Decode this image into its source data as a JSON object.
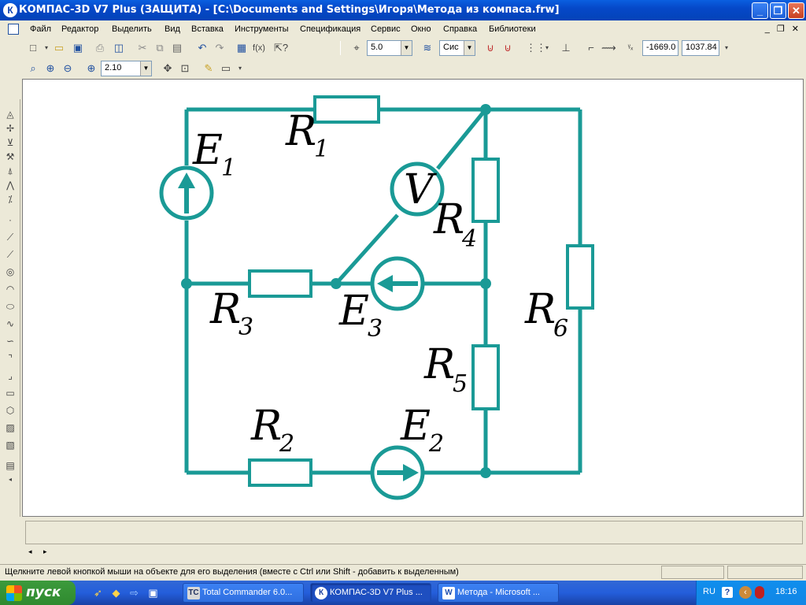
{
  "window": {
    "title": "КОМПАС-3D V7 Plus (ЗАЩИТА) - [C:\\Documents and Settings\\Игоря\\Метода из компаса.frw]",
    "app_icon": "К",
    "minimize": "_",
    "maximize": "❐",
    "close": "✕"
  },
  "menu": {
    "items": [
      "Файл",
      "Редактор",
      "Выделить",
      "Вид",
      "Вставка",
      "Инструменты",
      "Спецификация",
      "Сервис",
      "Окно",
      "Справка",
      "Библиотеки"
    ],
    "mdi_controls": "_ ❐ ✕"
  },
  "toolbar1": {
    "fx_label": "f(x)",
    "step_value": "5.0",
    "style_value": "Сис",
    "coord_x": "-1669.0",
    "coord_y": "1037.84"
  },
  "toolbar2": {
    "zoom_value": "2.10"
  },
  "diagram": {
    "wire_color": "#1a9a96",
    "labels": {
      "E1": {
        "main": "E",
        "sub": "1"
      },
      "R1": {
        "main": "R",
        "sub": "1"
      },
      "V": {
        "main": "V"
      },
      "R4": {
        "main": "R",
        "sub": "4"
      },
      "R3": {
        "main": "R",
        "sub": "3"
      },
      "E3": {
        "main": "E",
        "sub": "3"
      },
      "R6": {
        "main": "R",
        "sub": "6"
      },
      "R5": {
        "main": "R",
        "sub": "5"
      },
      "R2": {
        "main": "R",
        "sub": "2"
      },
      "E2": {
        "main": "E",
        "sub": "2"
      }
    }
  },
  "bottom": {
    "status_text": "Щелкните левой кнопкой мыши на объекте для его выделения (вместе с Ctrl или Shift - добавить к выделенным)",
    "scroll_arrows": "◂ ▸"
  },
  "taskbar": {
    "start_label": "пуск",
    "tasks": [
      {
        "label": "Total Commander 6.0...",
        "icon": "TC",
        "icon_color": "#c8c8c8"
      },
      {
        "label": "КОМПАС-3D V7 Plus ...",
        "icon": "К",
        "icon_color": "#ffffff"
      },
      {
        "label": "Метода - Microsoft ...",
        "icon": "W",
        "icon_color": "#ffffff"
      }
    ],
    "tray": {
      "language": "RU",
      "clock": "18:16"
    }
  }
}
